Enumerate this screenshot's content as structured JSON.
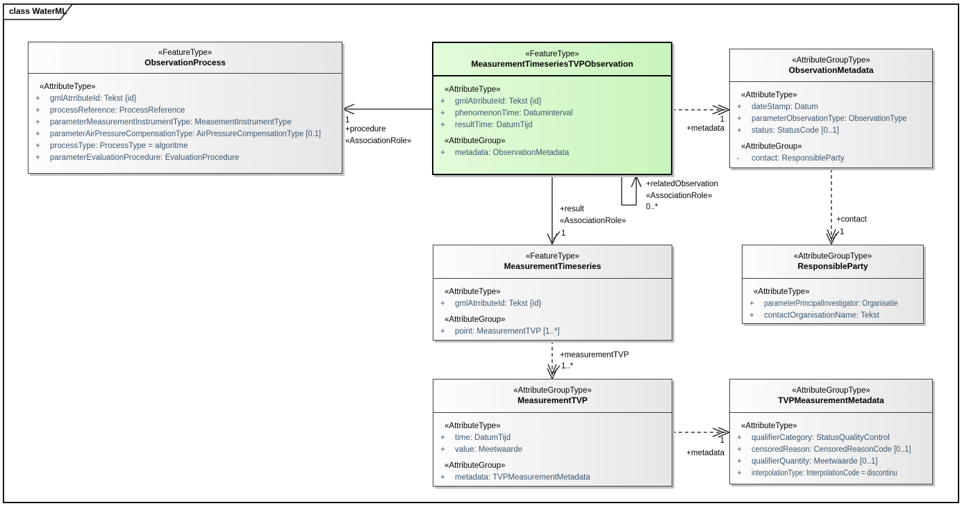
{
  "frame": {
    "label": "class WaterML"
  },
  "colors": {
    "highlight_fill": "#d5f8ca",
    "box_fill_start": "#fdfdfd",
    "box_fill_end": "#e6e6e6",
    "attribute_text": "#3a5570",
    "line": "#141414"
  },
  "classes": {
    "op": {
      "stereotype": "«FeatureType»",
      "name": "ObservationProcess",
      "sections": [
        {
          "heading": "«AttributeType»",
          "attrs": [
            {
              "vis": "+",
              "text": "gmlAtrributeId: Tekst {id}"
            },
            {
              "vis": "+",
              "text": "processReference: ProcessReference"
            },
            {
              "vis": "+",
              "text": "parameterMeasurementInstrumentType: MeasementInstrumentType"
            },
            {
              "vis": "+",
              "text": "parameterAirPressureCompensationType: AirPressureCompensationType [0.1]"
            },
            {
              "vis": "+",
              "text": "processType: ProcessType = algoritme"
            },
            {
              "vis": "+",
              "text": "parameterEvaluationProcedure: EvaluationProcedure"
            }
          ]
        }
      ]
    },
    "mto": {
      "stereotype": "«FeatureType»",
      "name": "MeasurementTimeseriesTVPObservation",
      "sections": [
        {
          "heading": "«AttributeType»",
          "attrs": [
            {
              "vis": "+",
              "text": "gmlAtrributeId: Tekst {id}"
            },
            {
              "vis": "+",
              "text": "phenomenonTime: Datuminterval"
            },
            {
              "vis": "+",
              "text": "resultTime: DatumTijd"
            }
          ]
        },
        {
          "heading": "«AttributeGroup»",
          "attrs": [
            {
              "vis": "+",
              "text": "metadata: ObservationMetadata"
            }
          ]
        }
      ]
    },
    "om": {
      "stereotype": "«AttributeGroupType»",
      "name": "ObservationMetadata",
      "sections": [
        {
          "heading": "«AttributeType»",
          "attrs": [
            {
              "vis": "+",
              "text": "dateStamp: Datum"
            },
            {
              "vis": "+",
              "text": "parameterObservationType: ObservationType"
            },
            {
              "vis": "+",
              "text": "status: StatusCode [0..1]"
            }
          ]
        },
        {
          "heading": "«AttributeGroup»",
          "attrs": [
            {
              "vis": "-",
              "text": "contact: ResponsibleParty"
            }
          ]
        }
      ]
    },
    "mt": {
      "stereotype": "«FeatureType»",
      "name": "MeasurementTimeseries",
      "sections": [
        {
          "heading": "«AttributeType»",
          "attrs": [
            {
              "vis": "+",
              "text": "gmlAtrributeId: Tekst {id}"
            }
          ]
        },
        {
          "heading": "«AttributeGroup»",
          "attrs": [
            {
              "vis": "+",
              "text": "point: MeasurementTVP [1..*]"
            }
          ]
        }
      ]
    },
    "rp": {
      "stereotype": "«AttributeGroupType»",
      "name": "ResponsibleParty",
      "sections": [
        {
          "heading": "«AttributeType»",
          "attrs": [
            {
              "vis": "+",
              "text": "parameterPrincipalInvestigator: Organisatie"
            },
            {
              "vis": "+",
              "text": "contactOrganisationName: Tekst"
            }
          ]
        }
      ]
    },
    "mtvp": {
      "stereotype": "«AttributeGroupType»",
      "name": "MeasurementTVP",
      "sections": [
        {
          "heading": "«AttributeType»",
          "attrs": [
            {
              "vis": "+",
              "text": "time: DatumTijd"
            },
            {
              "vis": "+",
              "text": "value: Meetwaarde"
            }
          ]
        },
        {
          "heading": "«AttributeGroup»",
          "attrs": [
            {
              "vis": "+",
              "text": "metadata: TVPMeasurementMetadata"
            }
          ]
        }
      ]
    },
    "tvpm": {
      "stereotype": "«AttributeGroupType»",
      "name": "TVPMeasurementMetadata",
      "sections": [
        {
          "heading": "«AttributeType»",
          "attrs": [
            {
              "vis": "+",
              "text": "qualifierCategory: StatusQualityControl"
            },
            {
              "vis": "+",
              "text": "censoredReason: CensoredReasonCode [0..1]"
            },
            {
              "vis": "+",
              "text": "qualifierQuantity: Meetwaarde [0..1]"
            },
            {
              "vis": "+",
              "text": "interpolationType: InterpolationCode = discontinu"
            }
          ]
        }
      ]
    }
  },
  "connectors": {
    "procedure": {
      "multiplicity": "1",
      "role": "+procedure",
      "stereotype": "«AssociationRole»"
    },
    "metadataTop": {
      "multiplicity": "1",
      "role": "+metadata"
    },
    "relatedObservation": {
      "role": "+relatedObservation",
      "stereotype": "«AssociationRole»",
      "multiplicity": "0..*"
    },
    "result": {
      "role": "+result",
      "stereotype": "«AssociationRole»",
      "multiplicity": "1"
    },
    "contact": {
      "role": "+contact",
      "multiplicity": "1"
    },
    "measurementTVP": {
      "role": "+measurementTVP",
      "multiplicity": "1..*"
    },
    "metadataBottom": {
      "multiplicity": "1",
      "role": "+metadata"
    }
  }
}
